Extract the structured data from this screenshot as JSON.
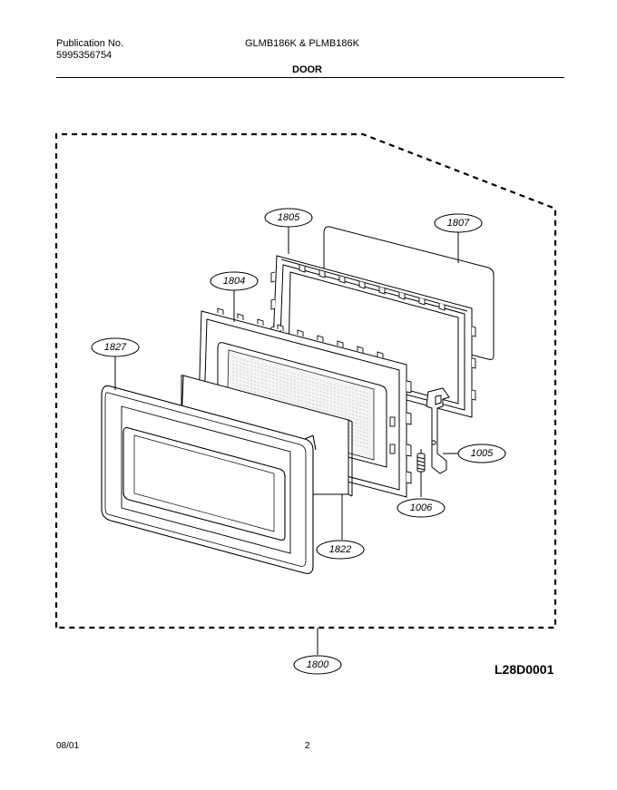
{
  "header": {
    "publication_label": "Publication No.",
    "publication_number": "5995356754",
    "models": "GLMB186K & PLMB186K",
    "section": "DOOR"
  },
  "callouts": [
    {
      "id": "1805"
    },
    {
      "id": "1807"
    },
    {
      "id": "1804"
    },
    {
      "id": "1827"
    },
    {
      "id": "1005"
    },
    {
      "id": "1006"
    },
    {
      "id": "1822"
    },
    {
      "id": "1800"
    }
  ],
  "drawing_id": "L28D0001",
  "footer": {
    "date": "08/01",
    "page": "2"
  }
}
